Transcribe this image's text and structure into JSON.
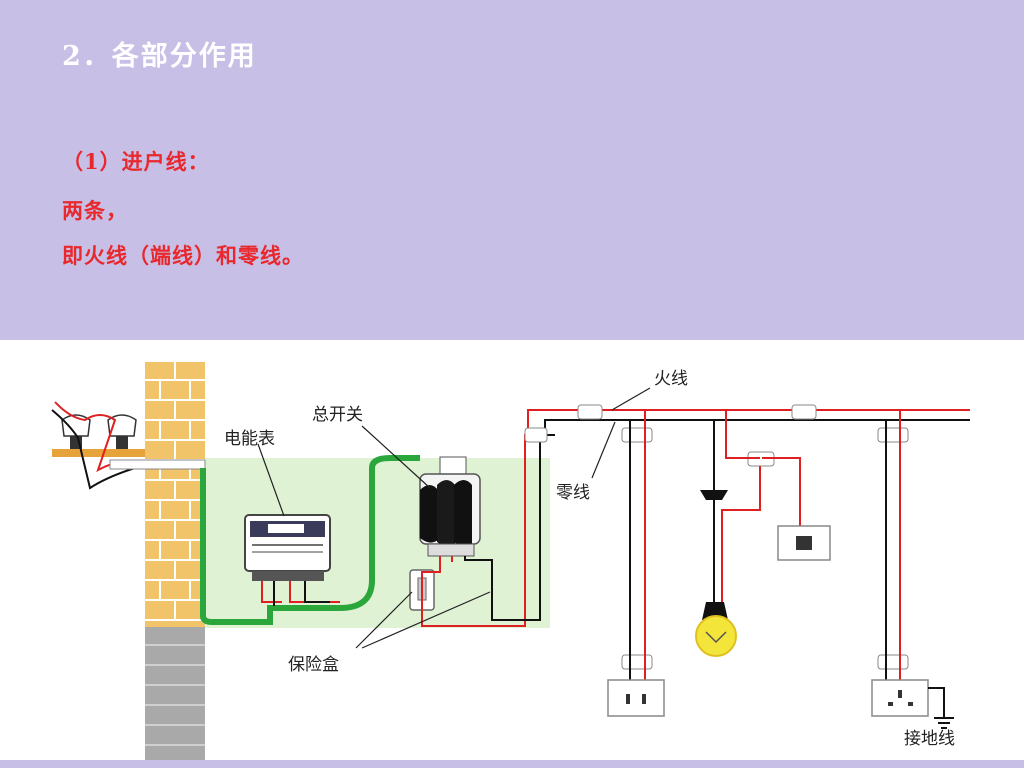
{
  "slide": {
    "title": "2．各部分作用",
    "lines": [
      "（1）进户线：",
      "两条，",
      "即火线（端线）和零线。"
    ]
  },
  "diagram": {
    "labels": {
      "live_wire": "火线",
      "main_switch": "总开关",
      "meter": "电能表",
      "neutral_wire": "零线",
      "fuse_box": "保险盒",
      "ground_wire": "接地线"
    }
  },
  "colors": {
    "header_bg": "#c8bfe6",
    "title_text": "#ffffff",
    "body_text": "#e8282d",
    "live_wire": "#e02020",
    "neutral_wire": "#111111",
    "ground_wire": "#2aa63a",
    "wall": "#f2c46a",
    "panel_bg": "#e0f2d4"
  }
}
